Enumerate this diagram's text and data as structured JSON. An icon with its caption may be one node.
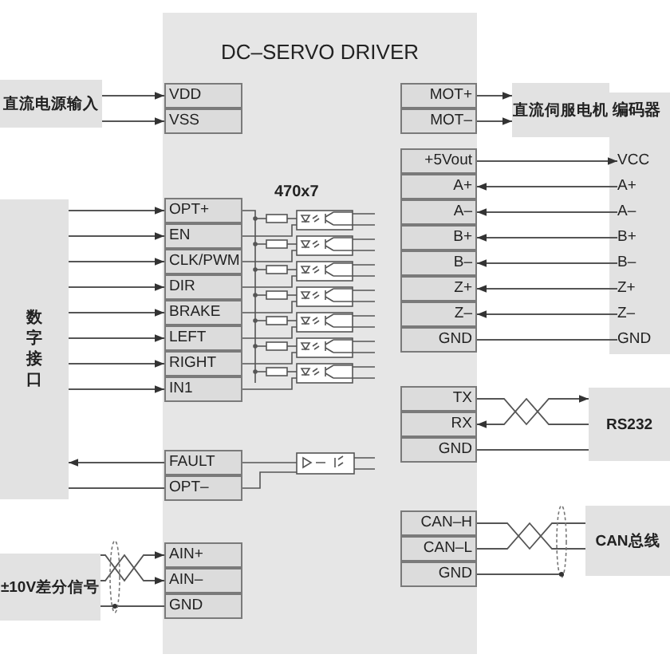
{
  "diagram": {
    "nodes": [
      {
        "text": [
          "DC–SERVO DRIVER"
        ]
      },
      {
        "text": [
          "VDD"
        ],
        "in": 0
      },
      {
        "text": [
          "VSS"
        ],
        "in": 0
      },
      {
        "text": [
          "OPT+"
        ],
        "in": 0
      },
      {
        "text": [
          "EN"
        ],
        "in": 0
      },
      {
        "text": [
          "CLK/PWM"
        ],
        "in": 0
      },
      {
        "text": [
          "DIR"
        ],
        "in": 0
      },
      {
        "text": [
          "BRAKE"
        ],
        "in": 0
      },
      {
        "text": [
          "LEFT"
        ],
        "in": 0
      },
      {
        "text": [
          "RIGHT"
        ],
        "in": 0
      },
      {
        "text": [
          "IN1"
        ],
        "in": 0
      },
      {
        "text": [
          "FAULT"
        ],
        "in": 0
      },
      {
        "text": [
          "OPT–"
        ],
        "in": 0
      },
      {
        "text": [
          "AIN+"
        ],
        "in": 0
      },
      {
        "text": [
          "AIN–"
        ],
        "in": 0
      },
      {
        "text": [
          "GND"
        ],
        "in": 0
      },
      {
        "text": [
          "MOT+"
        ],
        "in": 0
      },
      {
        "text": [
          "MOT–"
        ],
        "in": 0
      },
      {
        "text": [
          "+5Vout"
        ],
        "in": 0
      },
      {
        "text": [
          "A+"
        ],
        "in": 0
      },
      {
        "text": [
          "A–"
        ],
        "in": 0
      },
      {
        "text": [
          "B+"
        ],
        "in": 0
      },
      {
        "text": [
          "B–"
        ],
        "in": 0
      },
      {
        "text": [
          "Z+"
        ],
        "in": 0
      },
      {
        "text": [
          "Z–"
        ],
        "in": 0
      },
      {
        "text": [
          "GND"
        ],
        "in": 0
      },
      {
        "text": [
          "TX"
        ],
        "in": 0
      },
      {
        "text": [
          "RX"
        ],
        "in": 0
      },
      {
        "text": [
          "GND"
        ],
        "in": 0
      },
      {
        "text": [
          "CAN–H"
        ],
        "in": 0
      },
      {
        "text": [
          "CAN–L"
        ],
        "in": 0
      },
      {
        "text": [
          "GND"
        ],
        "in": 0
      },
      {
        "text": [
          "直流电源输入"
        ]
      },
      {
        "text": [
          "数字接口"
        ]
      },
      {
        "text": [
          "±10V差分信号"
        ]
      },
      {
        "text": [
          "直流伺服电机"
        ]
      },
      {
        "text": [
          "编码器"
        ]
      },
      {
        "text": [
          "VCC"
        ],
        "in": 36
      },
      {
        "text": [
          "A+"
        ],
        "in": 36
      },
      {
        "text": [
          "A–"
        ],
        "in": 36
      },
      {
        "text": [
          "B+"
        ],
        "in": 36
      },
      {
        "text": [
          "B–"
        ],
        "in": 36
      },
      {
        "text": [
          "Z+"
        ],
        "in": 36
      },
      {
        "text": [
          "Z–"
        ],
        "in": 36
      },
      {
        "text": [
          "GND"
        ],
        "in": 36
      },
      {
        "text": [
          "RS232"
        ]
      },
      {
        "text": [
          "CAN总线"
        ]
      }
    ],
    "edges": [
      {
        "from": 32,
        "to": 1,
        "arrow": "to"
      },
      {
        "from": 32,
        "to": 2,
        "arrow": "to"
      },
      {
        "from": 33,
        "to": 3,
        "arrow": "to"
      },
      {
        "from": 33,
        "to": 4,
        "arrow": "to"
      },
      {
        "from": 33,
        "to": 5,
        "arrow": "to"
      },
      {
        "from": 33,
        "to": 6,
        "arrow": "to"
      },
      {
        "from": 33,
        "to": 7,
        "arrow": "to"
      },
      {
        "from": 33,
        "to": 8,
        "arrow": "to"
      },
      {
        "from": 33,
        "to": 9,
        "arrow": "to"
      },
      {
        "from": 33,
        "to": 10,
        "arrow": "to"
      },
      {
        "from": 11,
        "to": 33,
        "arrow": "to"
      },
      {
        "from": 12,
        "to": 33,
        "arrow": "none"
      },
      {
        "from": 34,
        "to": 13,
        "arrow": "to"
      },
      {
        "from": 34,
        "to": 14,
        "arrow": "to"
      },
      {
        "from": 15,
        "to": 34,
        "arrow": "none"
      },
      {
        "from": 16,
        "to": 35,
        "arrow": "to"
      },
      {
        "from": 17,
        "to": 35,
        "arrow": "to"
      },
      {
        "from": 18,
        "to": 37,
        "arrow": "to"
      },
      {
        "from": 38,
        "to": 19,
        "arrow": "to"
      },
      {
        "from": 39,
        "to": 20,
        "arrow": "to"
      },
      {
        "from": 40,
        "to": 21,
        "arrow": "to"
      },
      {
        "from": 41,
        "to": 22,
        "arrow": "to"
      },
      {
        "from": 42,
        "to": 23,
        "arrow": "to"
      },
      {
        "from": 43,
        "to": 24,
        "arrow": "to"
      },
      {
        "from": 25,
        "to": 44,
        "arrow": "none"
      },
      {
        "from": 26,
        "to": 45,
        "arrow": "to"
      },
      {
        "from": 45,
        "to": 27,
        "arrow": "to"
      },
      {
        "from": 28,
        "to": 45,
        "arrow": "none"
      },
      {
        "from": 29,
        "to": 46,
        "arrow": "none"
      },
      {
        "from": 30,
        "to": 46,
        "arrow": "none"
      },
      {
        "from": 31,
        "to": null,
        "arrow": "none"
      }
    ],
    "labels": [
      "470x7"
    ]
  }
}
